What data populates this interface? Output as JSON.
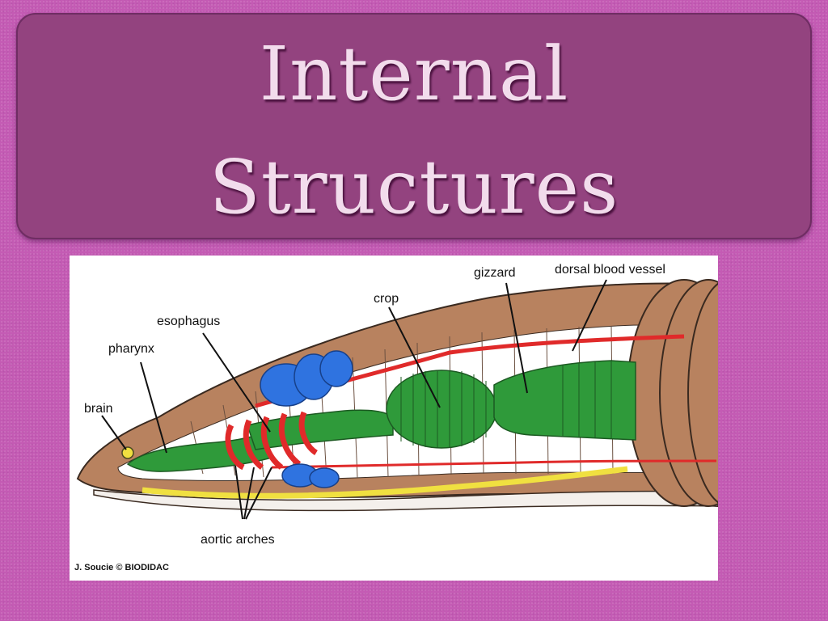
{
  "slide": {
    "title_line1": "Internal",
    "title_line2": "Structures"
  },
  "diagram": {
    "labels": {
      "brain": "brain",
      "pharynx": "pharynx",
      "esophagus": "esophagus",
      "crop": "crop",
      "gizzard": "gizzard",
      "dorsal_blood_vessel": "dorsal blood vessel",
      "aortic_arches": "aortic arches"
    },
    "credit": "J. Soucie © BIODIDAC"
  },
  "colors": {
    "background": "#c45bb4",
    "title_panel": "#93437f",
    "title_text": "#f2dcec",
    "body_tissue": "#b8825f",
    "digestive_tract": "#2f9a3a",
    "blood_vessels": "#e02a2a",
    "reproductive_organs": "#2f73e0",
    "nerve_cord": "#f0e040"
  }
}
